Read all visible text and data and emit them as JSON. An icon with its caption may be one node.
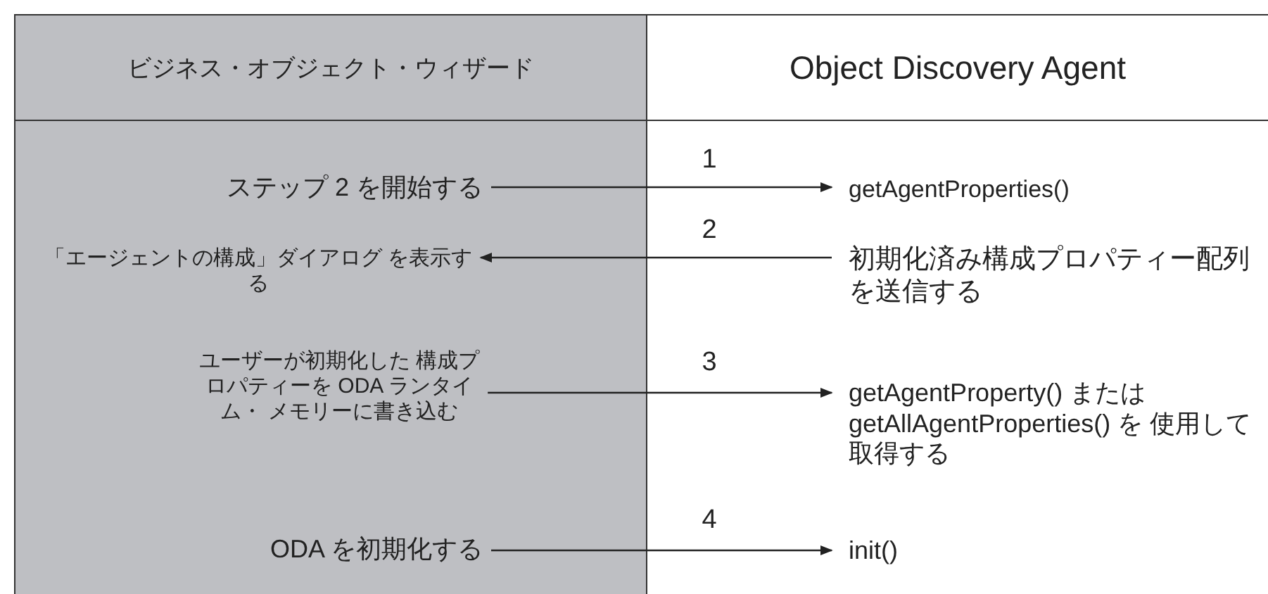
{
  "diagram": {
    "nodes": [
      {
        "text": [
          "ビジネス・オブジェクト・ウィザード"
        ]
      },
      {
        "text": [
          "Object Discovery Agent"
        ]
      },
      {
        "text": [
          "ステップ 2 を開始する"
        ],
        "in": 0
      },
      {
        "text": [
          "「エージェントの構成」ダイアログ を表示する"
        ],
        "in": 0
      },
      {
        "text": [
          "ユーザーが初期化した 構成プロパティーを ODA ランタイム・ メモリーに書き込む"
        ],
        "in": 0
      },
      {
        "text": [
          "ODA を初期化する"
        ],
        "in": 0
      },
      {
        "text": [
          "getAgentProperties()"
        ],
        "in": 1
      },
      {
        "text": [
          "初期化済み構成プロパティー配列を送信する"
        ],
        "in": 1
      },
      {
        "text": [
          "getAgentProperty() または getAllAgentProperties() を 使用して取得する"
        ],
        "in": 1
      },
      {
        "text": [
          "init()"
        ],
        "in": 1
      }
    ],
    "edges": [
      {
        "from": 2,
        "to": 6,
        "arrow": "to",
        "label": "1"
      },
      {
        "from": 7,
        "to": 3,
        "arrow": "to",
        "label": "2"
      },
      {
        "from": 4,
        "to": 8,
        "arrow": "to",
        "label": "3"
      },
      {
        "from": 5,
        "to": 9,
        "arrow": "to",
        "label": "4"
      }
    ]
  }
}
